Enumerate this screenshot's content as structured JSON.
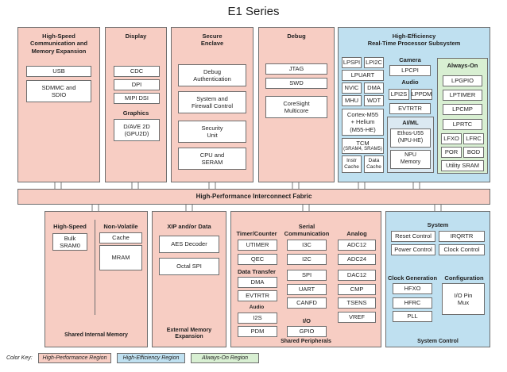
{
  "title": "E1 Series",
  "hp": {
    "comm": {
      "header": "High-Speed\nCommunication and\nMemory Expansion",
      "usb": "USB",
      "sdmmc": "SDMMC and\nSDIO"
    },
    "display": {
      "header": "Display",
      "cdc": "CDC",
      "dpi": "DPI",
      "mipi": "MIPI DSI",
      "graphics": "Graphics",
      "dave": "D/AVE 2D\n(GPU2D)"
    },
    "secure": {
      "header": "Secure\nEnclave",
      "debug_auth": "Debug\nAuthentication",
      "sysfw": "System and\nFirewall Control",
      "sec_unit": "Security\nUnit",
      "cpu": "CPU and\nSERAM"
    },
    "debug": {
      "header": "Debug",
      "jtag": "JTAG",
      "swd": "SWD",
      "coresight": "CoreSight\nMulticore"
    }
  },
  "he": {
    "header": "High-Efficiency\nReal-Time Processor Subsystem",
    "lpspi": "LPSPI",
    "lpi2c": "LPI2C",
    "lpuart": "LPUART",
    "nvic": "NVIC",
    "dma": "DMA",
    "mhu": "MHU",
    "wdt": "WDT",
    "cortex": "Cortex-M55\n+ Helium\n(M55-HE)",
    "tcm_title": "TCM",
    "tcm_sub": "(SRAM4, SRAM5)",
    "instr": "Instr\nCache",
    "data_cache": "Data\nCache",
    "camera": "Camera",
    "lpcpi": "LPCPI",
    "audio": "Audio",
    "lpi2s": "LPI2S",
    "lppdm": "LPPDM",
    "evtrtr": "EVTRTR",
    "aiml": "AI/ML",
    "ethos": "Ethos-U55\n(NPU-HE)",
    "npu_mem": "NPU\nMemory"
  },
  "ao": {
    "header": "Always-On",
    "lpgpio": "LPGPIO",
    "lptimer": "LPTIMER",
    "lpcmp": "LPCMP",
    "lprtc": "LPRTC",
    "lfxo": "LFXO",
    "lfrc": "LFRC",
    "por": "POR",
    "bod": "BOD",
    "utility_sram": "Utility SRAM"
  },
  "fabric": "High-Performance Interconnect Fabric",
  "mem": {
    "high_speed": "High-Speed",
    "bulk": "Bulk\nSRAM0",
    "non_volatile": "Non-Volatile",
    "cache": "Cache",
    "mram": "MRAM",
    "footer": "Shared Internal Memory"
  },
  "xip": {
    "header": "XIP and/or Data",
    "aes": "AES Decoder",
    "octal": "Octal SPI",
    "footer": "External Memory\nExpansion"
  },
  "periph": {
    "timer_hdr": "Timer/Counter",
    "utimer": "UTIMER",
    "qec": "QEC",
    "dt_hdr": "Data Transfer",
    "dma": "DMA",
    "evtrtr": "EVTRTR",
    "audio_hdr": "Audio",
    "i2s": "I2S",
    "pdm": "PDM",
    "serial_hdr": "Serial",
    "comm_hdr": "Communication",
    "i3c": "I3C",
    "i2c": "I2C",
    "spi": "SPI",
    "uart": "UART",
    "canfd": "CANFD",
    "io_hdr": "I/O",
    "gpio": "GPIO",
    "analog_hdr": "Analog",
    "adc12": "ADC12",
    "adc24": "ADC24",
    "dac12": "DAC12",
    "cmp": "CMP",
    "tsens": "TSENS",
    "vref": "VREF",
    "footer": "Shared Peripherals"
  },
  "sysctl": {
    "system_hdr": "System",
    "reset": "Reset Control",
    "irqrtr": "IRQRTR",
    "power": "Power Control",
    "clock": "Clock Control",
    "clkgen_hdr": "Clock Generation",
    "hfxo": "HFXO",
    "hfrc": "HFRC",
    "pll": "PLL",
    "config_hdr": "Configuration",
    "iopin": "I/O Pin\nMux",
    "footer": "System Control"
  },
  "legend": {
    "key": "Color Key:",
    "hp": "High-Performance Region",
    "he": "High-Efficiency Region",
    "ao": "Always-On Region"
  },
  "colors": {
    "high_performance": "#f7cdc3",
    "high_efficiency": "#bfe0f0",
    "always_on": "#d8efd2",
    "arrow": "#ffffff"
  }
}
